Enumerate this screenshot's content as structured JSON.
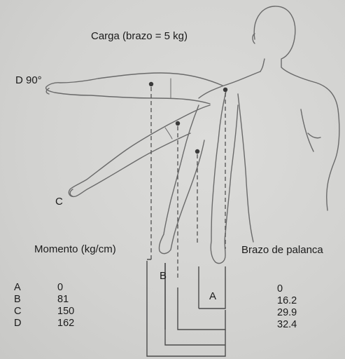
{
  "title": "Carga (brazo = 5 kg)",
  "positions": {
    "D": "D 90°",
    "C": "C",
    "B": "B",
    "A": "A"
  },
  "moment_header": "Momento (kg/cm)",
  "lever_header": "Brazo de palanca",
  "rows": [
    {
      "pos": "A",
      "moment": "0",
      "lever": "0"
    },
    {
      "pos": "B",
      "moment": "81",
      "lever": "16.2"
    },
    {
      "pos": "C",
      "moment": "150",
      "lever": "29.9"
    },
    {
      "pos": "D",
      "moment": "162",
      "lever": "32.4"
    }
  ]
}
